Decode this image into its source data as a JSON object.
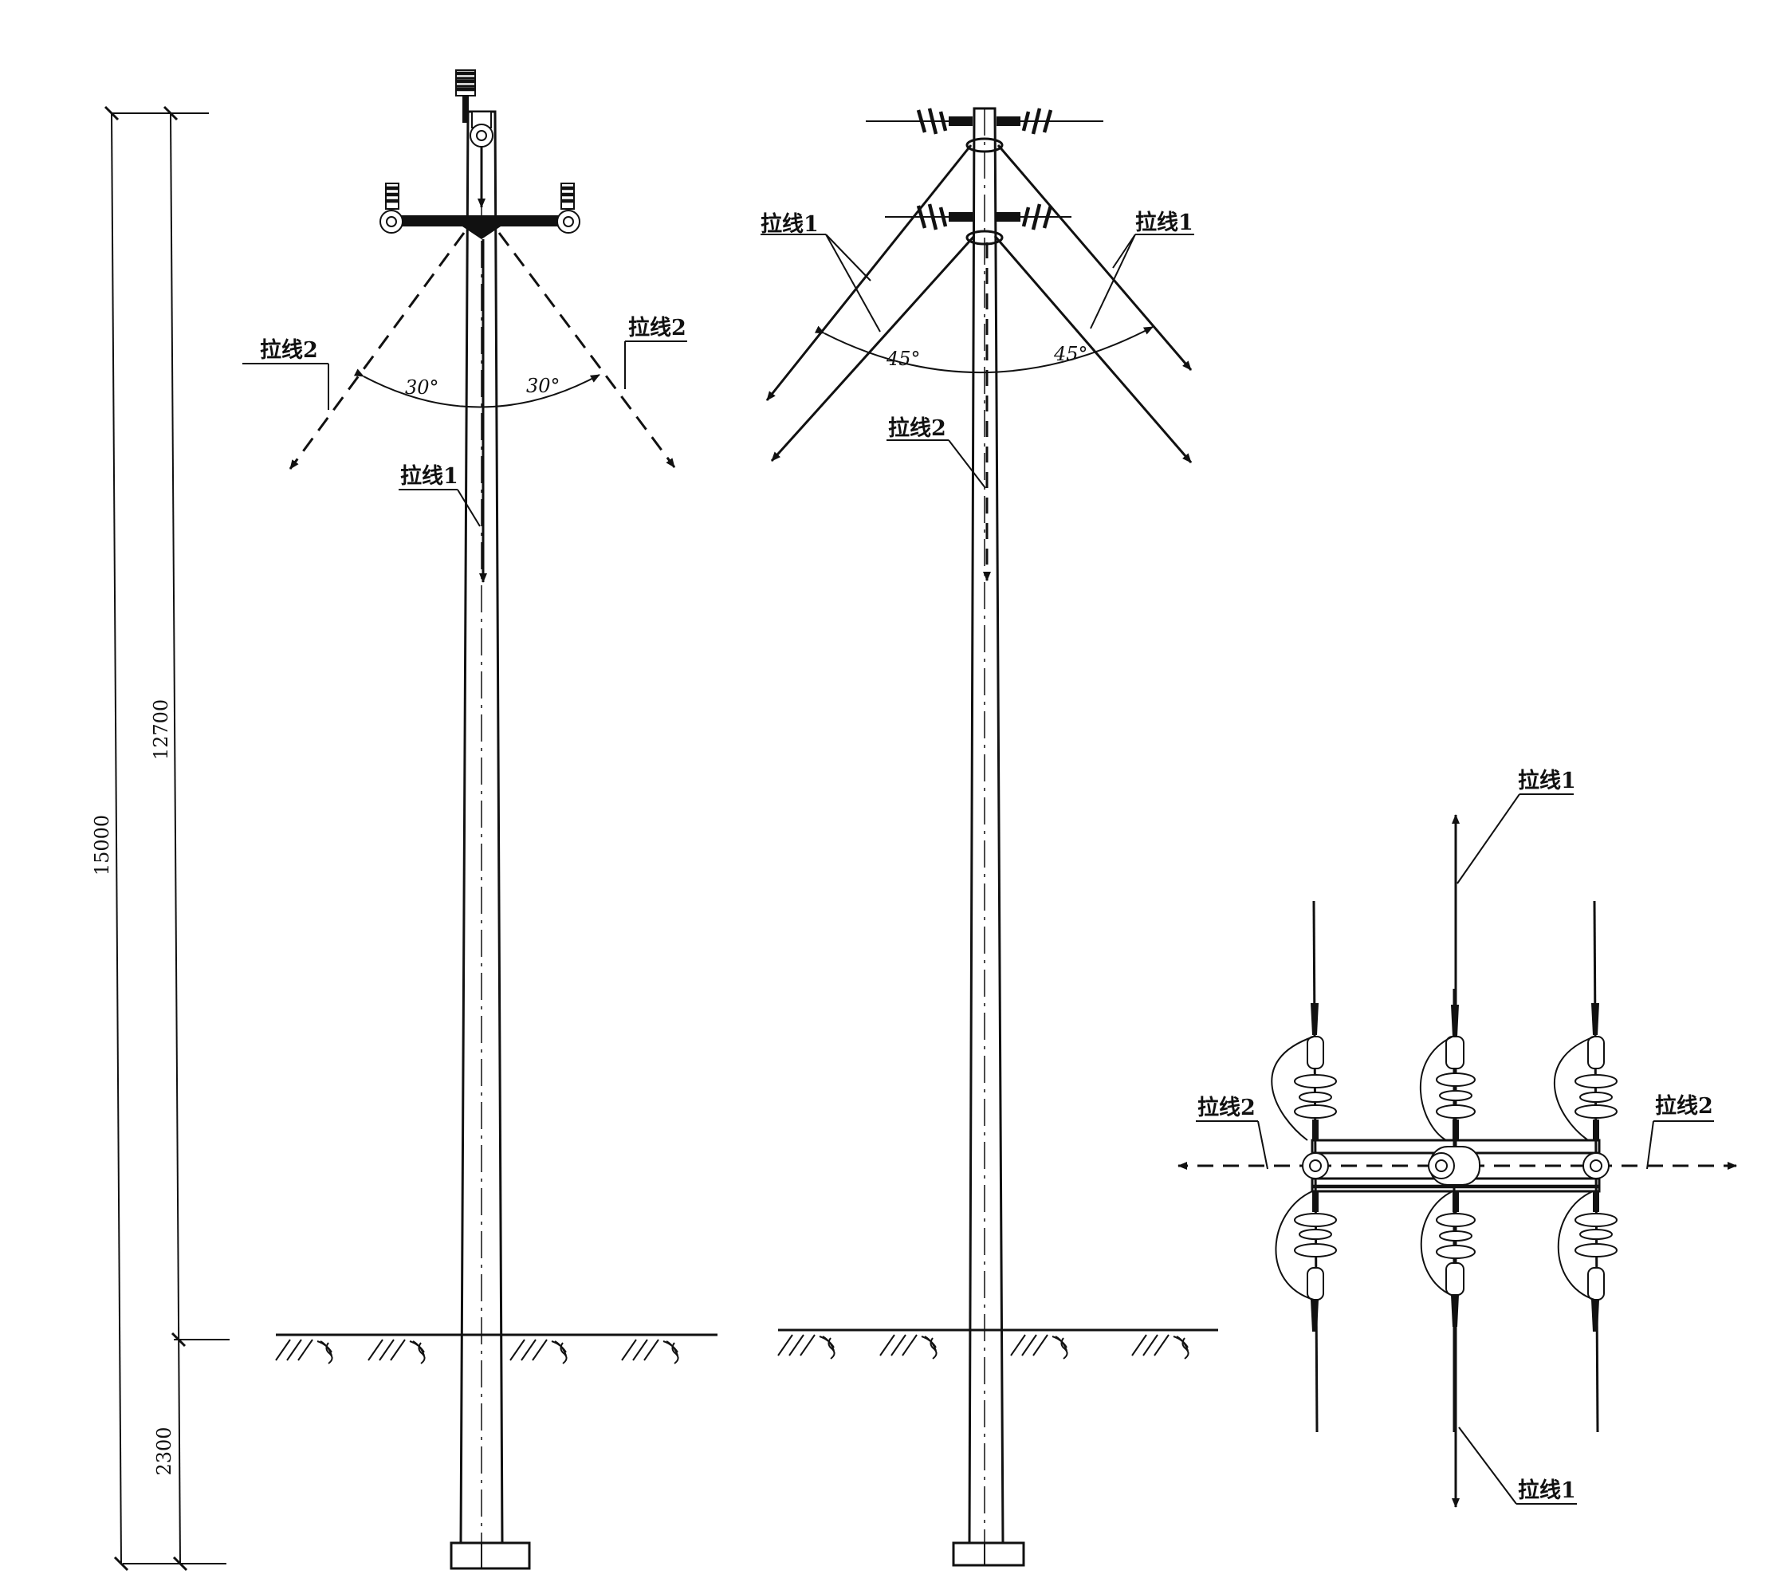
{
  "dimensions": {
    "total": "15000",
    "above_ground": "12700",
    "buried": "2300"
  },
  "left_view": {
    "guy_top_left": "拉线2",
    "guy_top_right": "拉线2",
    "guy_center": "拉线1",
    "angle_left": "30°",
    "angle_right": "30°"
  },
  "middle_view": {
    "guy_left": "拉线1",
    "guy_right": "拉线1",
    "guy_center": "拉线2",
    "angle_left": "45°",
    "angle_right": "45°"
  },
  "plan_view": {
    "guy_top": "拉线1",
    "guy_bottom": "拉线1",
    "guy_left": "拉线2",
    "guy_right": "拉线2"
  }
}
